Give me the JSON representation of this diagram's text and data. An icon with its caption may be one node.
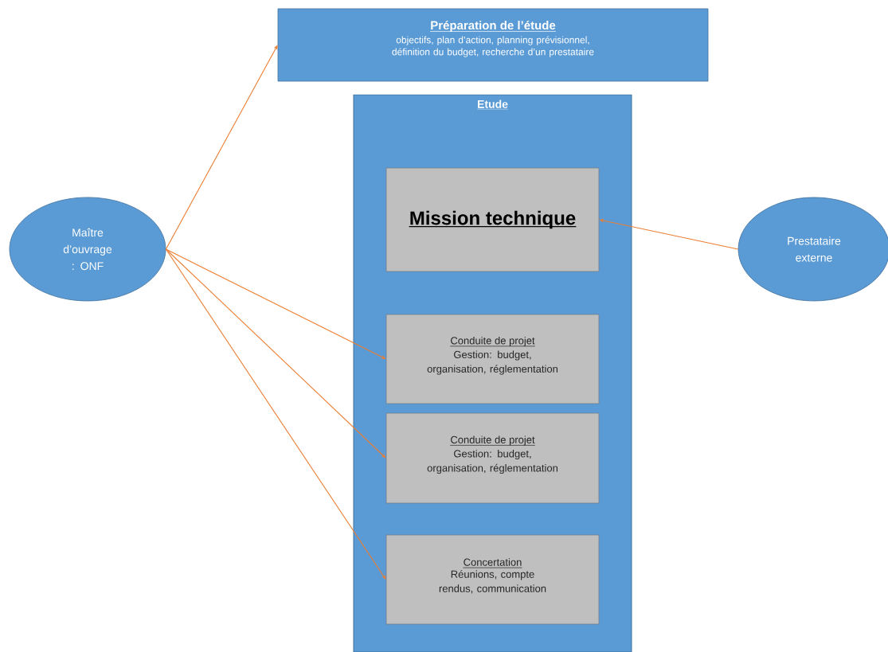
{
  "diagram": {
    "nodes": [
      {
        "text": [
          "Préparation de l’étude",
          "objectifs, plan d’action, planning prévisionnel, définition du budget, recherche d’un prestataire"
        ]
      },
      {
        "text": [
          "Etude"
        ]
      },
      {
        "text": [
          "Mission technique"
        ],
        "in": 1
      },
      {
        "text": [
          "Conduite de projet",
          "Gestion: budget, organisation, réglementation"
        ],
        "in": 1
      },
      {
        "text": [
          "Conduite de projet",
          "Gestion: budget, organisation, réglementation"
        ],
        "in": 1
      },
      {
        "text": [
          "Concertation",
          "Réunions, compte rendus, communication"
        ],
        "in": 1
      },
      {
        "text": [
          "Maître d’ouvrage : ONF"
        ]
      },
      {
        "text": [
          "Prestataire externe"
        ]
      }
    ],
    "edges": [
      {
        "from": 6,
        "to": 0,
        "arrow": "to"
      },
      {
        "from": 6,
        "to": 3,
        "arrow": "to"
      },
      {
        "from": 6,
        "to": 4,
        "arrow": "to"
      },
      {
        "from": 6,
        "to": 5,
        "arrow": "to"
      },
      {
        "from": 7,
        "to": 2,
        "arrow": "to"
      }
    ]
  }
}
